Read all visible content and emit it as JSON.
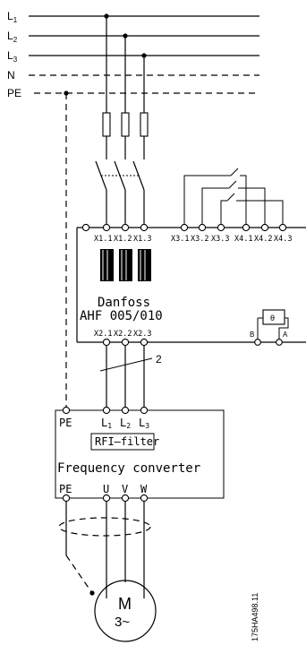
{
  "supply_lines": [
    {
      "base": "L",
      "sub": "1"
    },
    {
      "base": "L",
      "sub": "2"
    },
    {
      "base": "L",
      "sub": "3"
    },
    {
      "base": "N",
      "sub": ""
    },
    {
      "base": "PE",
      "sub": ""
    }
  ],
  "filter_terminals_top": [
    "X1.1",
    "X1.2",
    "X1.3",
    "X3.1",
    "X3.2",
    "X3.3",
    "X4.1",
    "X4.2",
    "X4.3"
  ],
  "filter_brand": "Danfoss",
  "filter_model": "AHF 005/010",
  "filter_terminals_bottom": [
    "X2.1",
    "X2.2",
    "X2.3"
  ],
  "thermal_symbol": "θ",
  "thermal_terminals": [
    "B",
    "A"
  ],
  "cable_callout": "2",
  "converter": {
    "pe_label": "PE",
    "inputs": [
      {
        "base": "L",
        "sub": "1"
      },
      {
        "base": "L",
        "sub": "2"
      },
      {
        "base": "L",
        "sub": "3"
      }
    ],
    "rfi_label": "RFI–filter",
    "title": "Frequency converter",
    "outputs": [
      "PE",
      "U",
      "V",
      "W"
    ]
  },
  "motor": {
    "symbol": "M",
    "phase": "3~"
  },
  "drawing_number": "175HA498.11"
}
